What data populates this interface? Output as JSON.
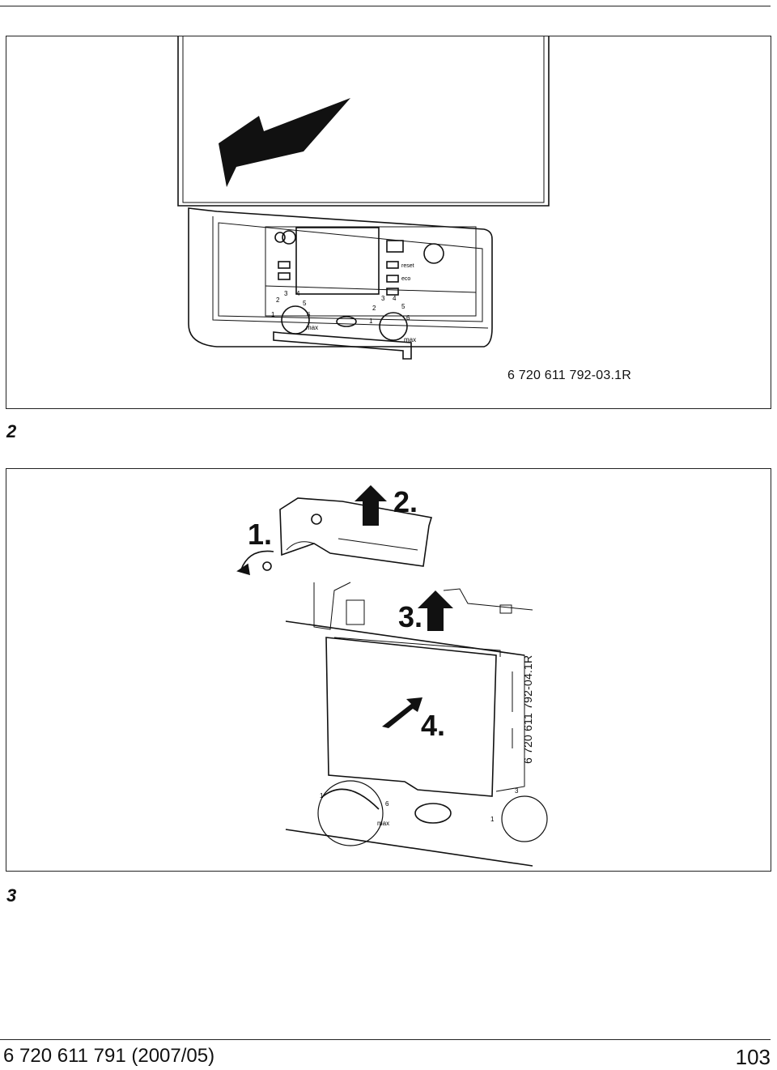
{
  "figures": [
    {
      "number": "2",
      "code": "6 720 611 792-03.1R",
      "panel": {
        "button_labels": [
          "reset",
          "eco"
        ],
        "left_dial_ticks": [
          "1",
          "2",
          "3",
          "4",
          "5",
          "6"
        ],
        "right_dial_ticks": [
          "1",
          "2",
          "3",
          "4",
          "5",
          "6"
        ],
        "max_label": "max"
      }
    },
    {
      "number": "3",
      "code": "6 720 611 792-04.1R",
      "steps": [
        "1.",
        "2.",
        "3.",
        "4."
      ],
      "dial_ticks": [
        "1",
        "6",
        "3",
        "1"
      ],
      "max_label": "max"
    }
  ],
  "footer": {
    "document": "6 720 611 791 (2007/05)",
    "page": "103"
  }
}
